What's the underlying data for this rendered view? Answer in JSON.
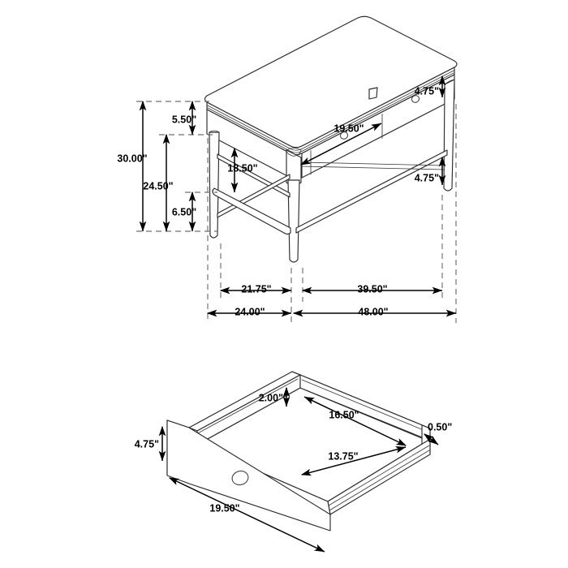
{
  "sheet": {
    "background_color": "#ffffff",
    "line_color": "#2b2b2b",
    "dimension_color": "#000000",
    "extension_line_color": "#6f6f6f"
  },
  "figures": [
    {
      "id": "desk-assembly",
      "name": "Writing desk isometric view"
    },
    {
      "id": "drawer-detail",
      "name": "Drawer box isometric view"
    }
  ],
  "desk": {
    "dimensions": {
      "overall_height": "30.00\"",
      "apron_to_floor_height": "24.50\"",
      "top_and_apron_height": "5.50\"",
      "stretcher_to_floor_height": "6.50\"",
      "apron_bottom_to_stretcher": "18.50\"",
      "drawer_front_width": "19.50\"",
      "drawer_front_height_right": "4.75\"",
      "stretcher_height_right": "4.75\"",
      "leg_to_leg_depth": "21.75\"",
      "leg_to_leg_width": "39.50\"",
      "overall_depth": "24.00\"",
      "overall_width": "48.00\""
    },
    "features": {
      "drawer_count": 2,
      "knob_count": 2,
      "leg_count": 4,
      "knob_shape": "round-knob"
    }
  },
  "drawer": {
    "dimensions": {
      "front_height": "4.75\"",
      "front_width": "19.50\"",
      "side_wall_height": "2.00\"",
      "interior_width": "16.50\"",
      "interior_depth": "13.75\"",
      "panel_thickness": "0.50\""
    },
    "features": {
      "knob_count": 1,
      "knob_shape": "round-knob"
    }
  },
  "labels": {
    "desk_h_30": "30.00\"",
    "desk_h_2450": "24.50\"",
    "desk_h_550": "5.50\"",
    "desk_h_650": "6.50\"",
    "desk_h_1850": "18.50\"",
    "desk_w_1950": "19.50\"",
    "desk_r_475_top": "4.75\"",
    "desk_r_475_bottom": "4.75\"",
    "desk_d_2175": "21.75\"",
    "desk_d_3950": "39.50\"",
    "desk_d_2400": "24.00\"",
    "desk_d_4800": "48.00\"",
    "drw_200": "2.00\"",
    "drw_1650": "16.50\"",
    "drw_050": "0.50\"",
    "drw_1375": "13.75\"",
    "drw_475": "4.75\"",
    "drw_1950": "19.50\""
  }
}
